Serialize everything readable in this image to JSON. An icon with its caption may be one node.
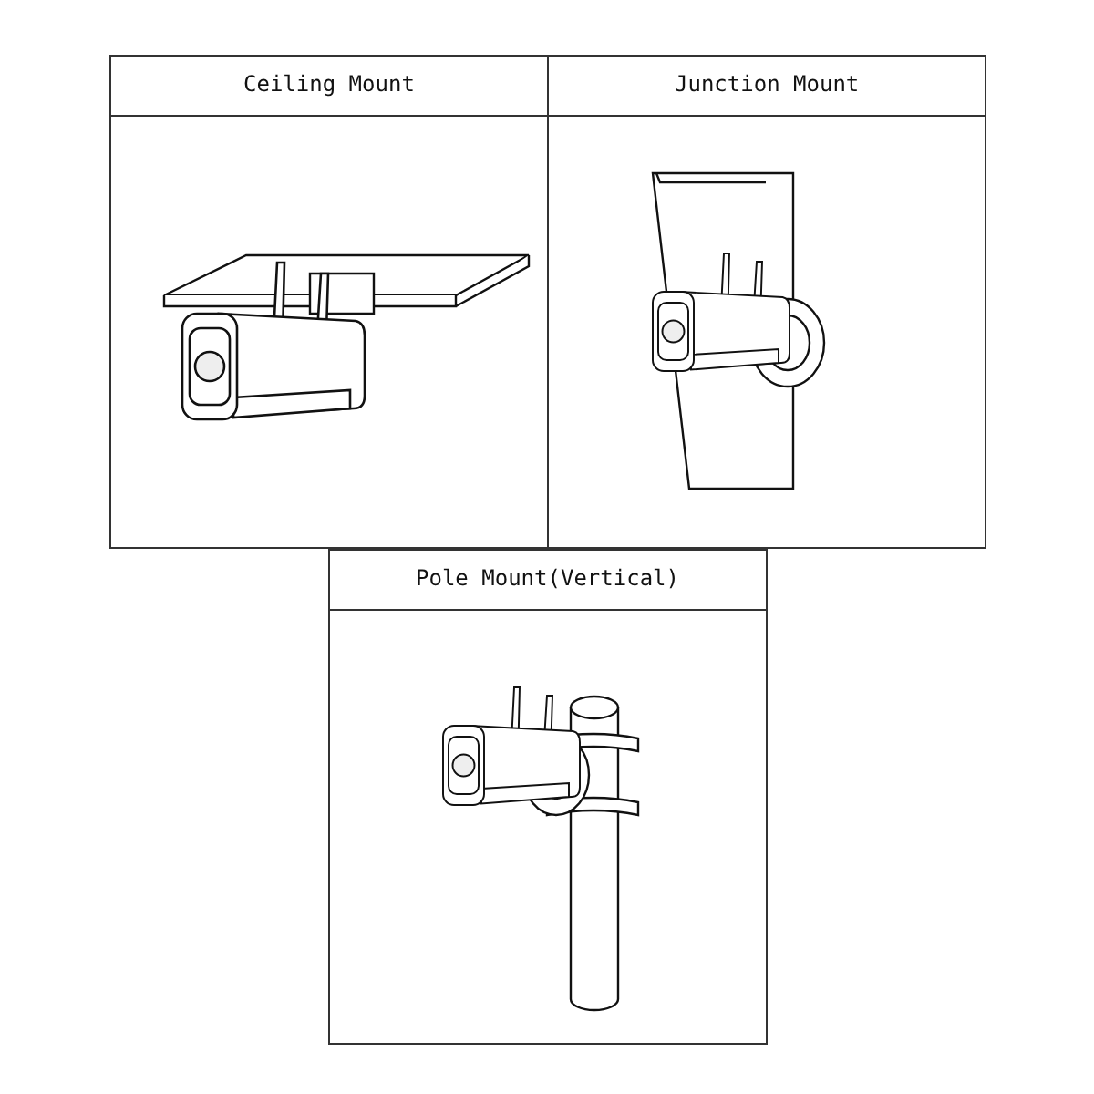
{
  "diagram": {
    "labels": [
      "Ceiling Mount",
      "Junction Mount",
      "Pole Mount(Vertical)"
    ]
  }
}
